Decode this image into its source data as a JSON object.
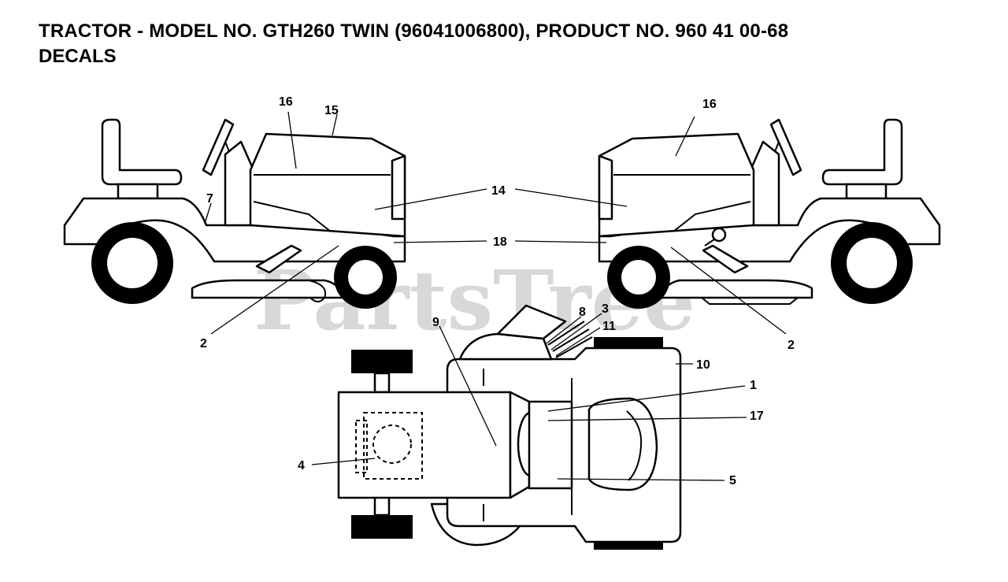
{
  "title": {
    "line1": "TRACTOR - MODEL NO. GTH260 TWIN (96041006800), PRODUCT NO. 960 41 00-68",
    "line2": "DECALS"
  },
  "watermark": "PartsTree",
  "callouts": {
    "c1": "1",
    "c2a": "2",
    "c2b": "2",
    "c3": "3",
    "c4": "4",
    "c5": "5",
    "c7": "7",
    "c8": "8",
    "c9": "9",
    "c10": "10",
    "c11": "11",
    "c14": "14",
    "c15": "15",
    "c16a": "16",
    "c16b": "16",
    "c17": "17",
    "c18": "18"
  }
}
